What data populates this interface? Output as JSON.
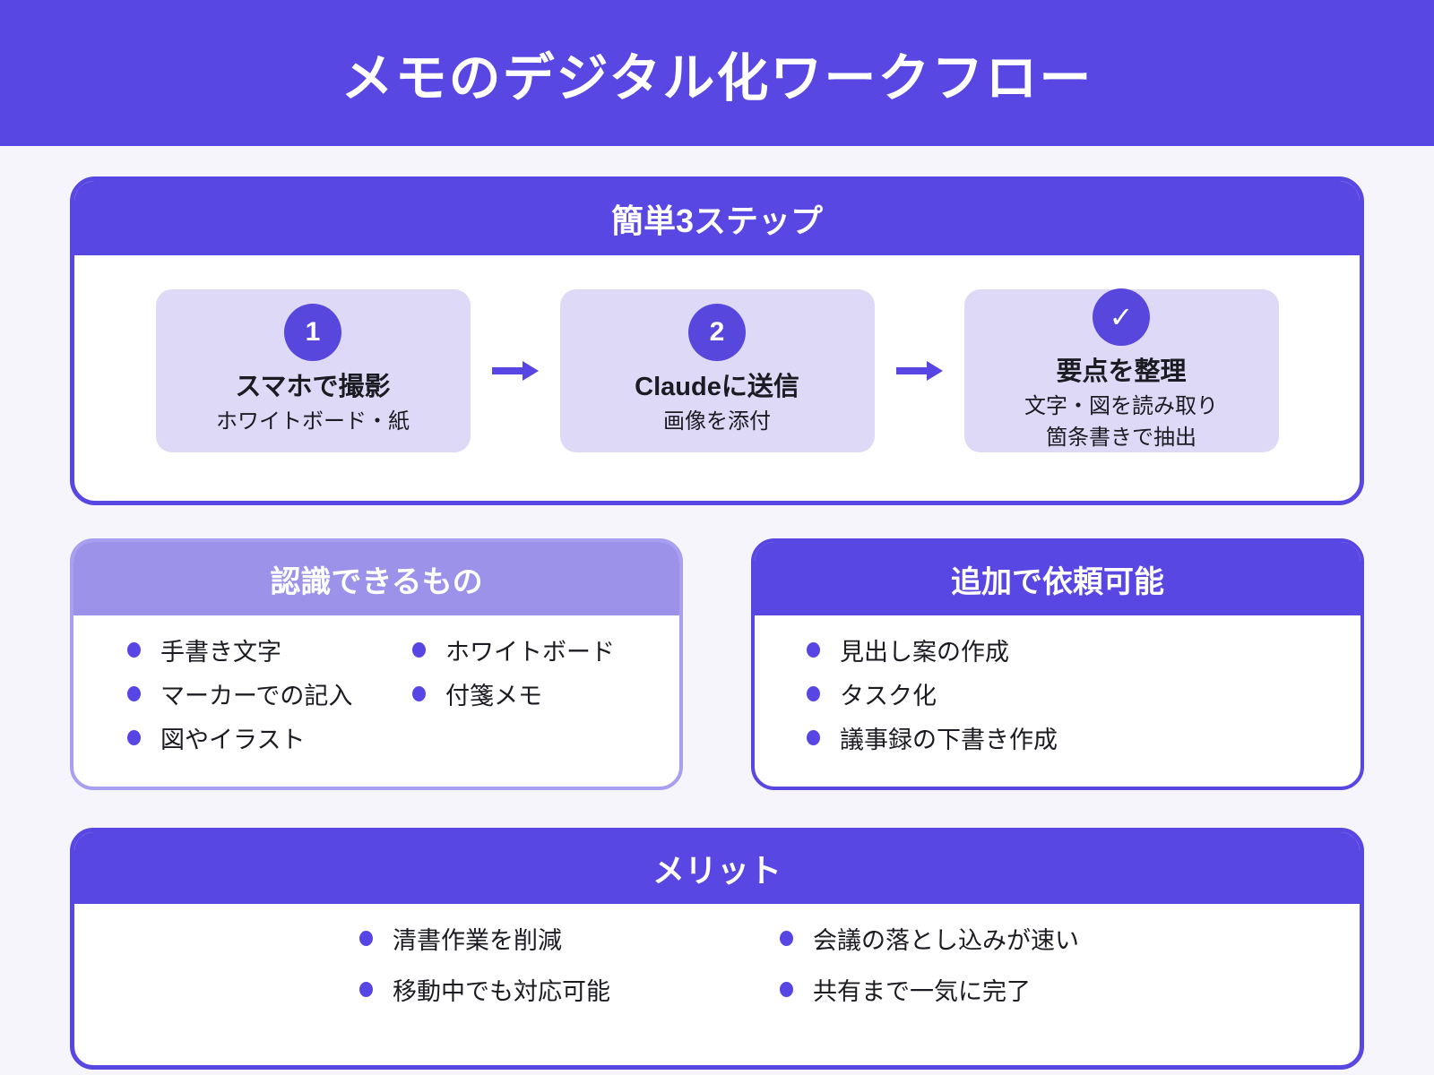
{
  "page": {
    "title": "メモのデジタル化ワークフロー"
  },
  "colors": {
    "primary_purple": "#5847e2",
    "light_purple_header": "#9c92e9",
    "light_purple_border": "#a89ff0",
    "step_box_bg": "#ded9f7",
    "bullet_dot": "#5746e3",
    "page_bg": "#f6f5fc"
  },
  "steps_card": {
    "title": "簡単3ステップ",
    "steps": [
      {
        "badge": "1",
        "title": "スマホで撮影",
        "line1": "ホワイトボード・紙",
        "line2": ""
      },
      {
        "badge": "2",
        "title": "Claudeに送信",
        "line1": "画像を添付",
        "line2": ""
      },
      {
        "badge": "✓",
        "title": "要点を整理",
        "line1": "文字・図を読み取り",
        "line2": "箇条書きで抽出"
      }
    ]
  },
  "recognize_card": {
    "title": "認識できるもの",
    "col1": [
      "手書き文字",
      "マーカーでの記入",
      "図やイラスト"
    ],
    "col2": [
      "ホワイトボード",
      "付箋メモ"
    ]
  },
  "extras_card": {
    "title": "追加で依頼可能",
    "items": [
      "見出し案の作成",
      "タスク化",
      "議事録の下書き作成"
    ]
  },
  "benefits_card": {
    "title": "メリット",
    "col1": [
      "清書作業を削減",
      "移動中でも対応可能"
    ],
    "col2": [
      "会議の落とし込みが速い",
      "共有まで一気に完了"
    ]
  }
}
